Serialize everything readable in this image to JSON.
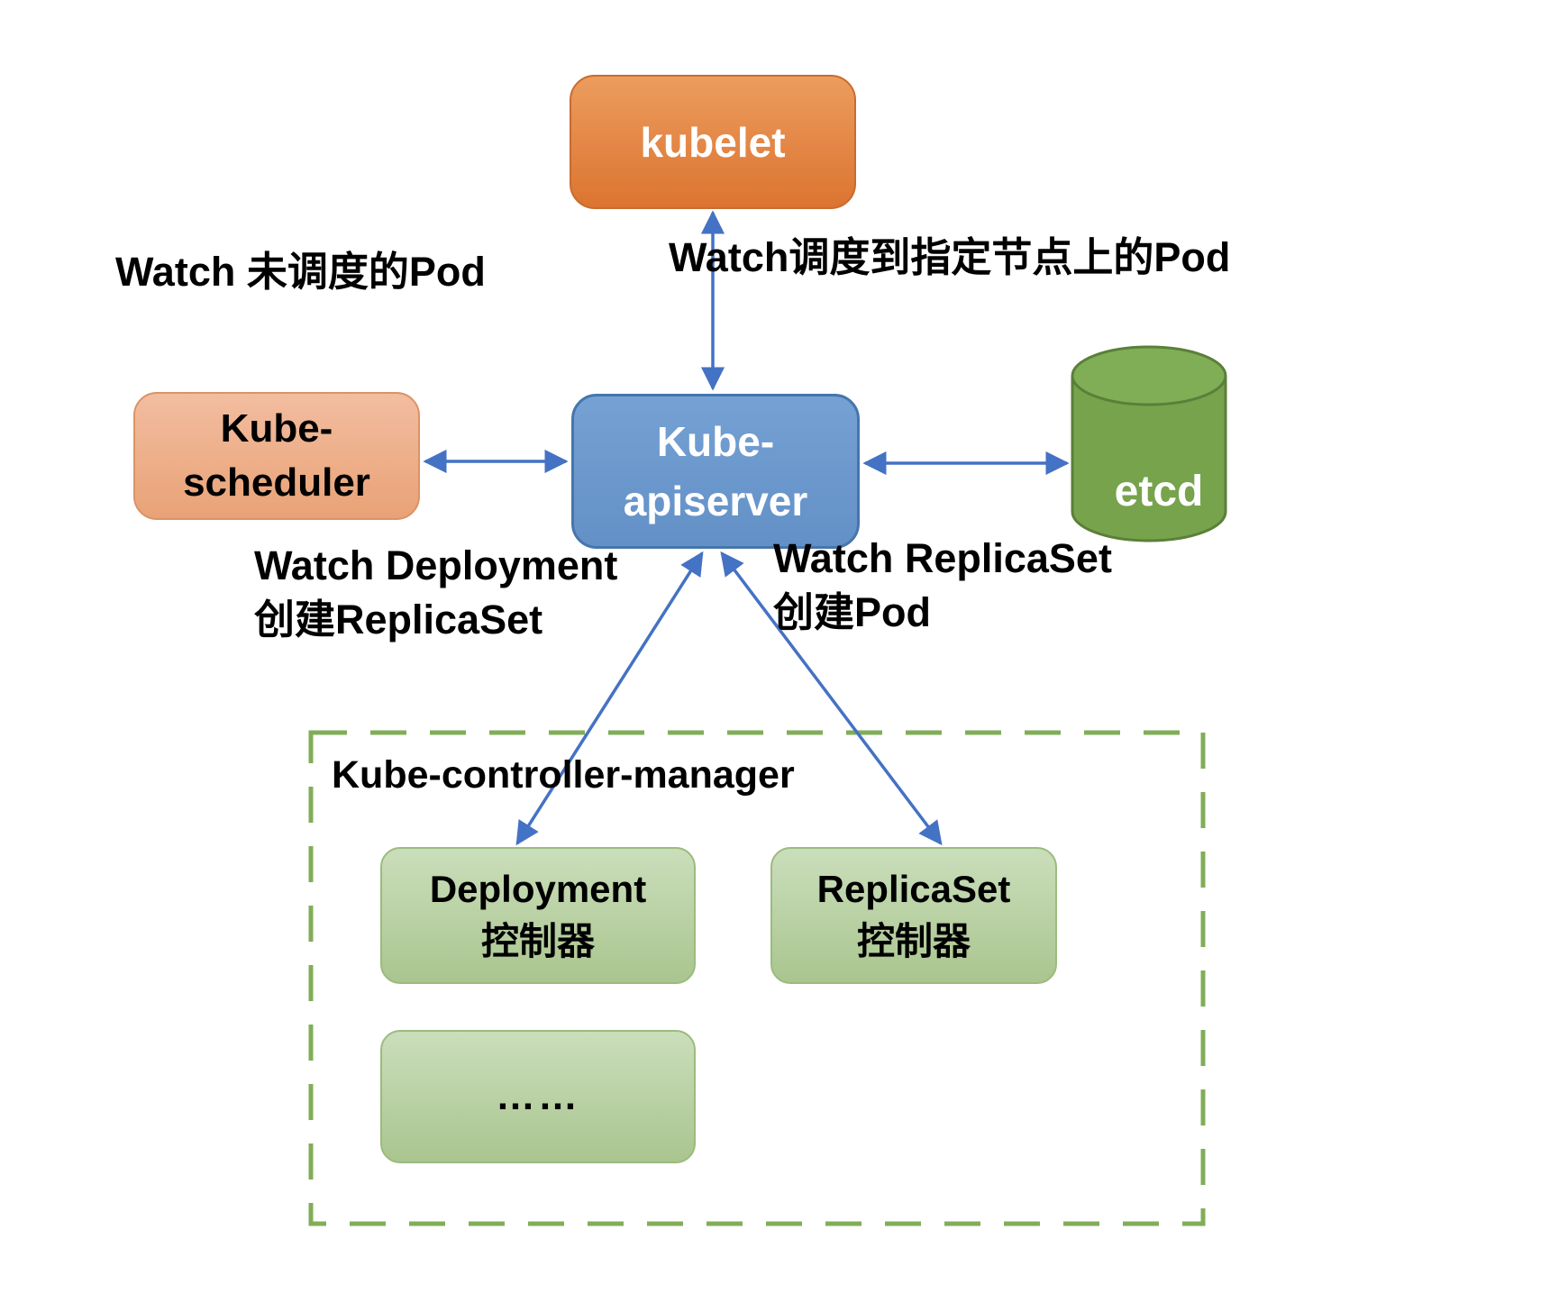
{
  "nodes": {
    "kubelet": {
      "label": "kubelet"
    },
    "kube_scheduler": {
      "line1": "Kube-",
      "line2": "scheduler"
    },
    "kube_apiserver": {
      "line1": "Kube-",
      "line2": "apiserver"
    },
    "etcd": {
      "label": "etcd"
    },
    "kube_controller_manager": {
      "label": "Kube-controller-manager"
    },
    "deployment_controller": {
      "line1": "Deployment",
      "line2": "控制器"
    },
    "replicaset_controller": {
      "line1": "ReplicaSet",
      "line2": "控制器"
    },
    "more_controllers": {
      "label": "……"
    }
  },
  "labels": {
    "watch_unscheduled_pod": "Watch 未调度的Pod",
    "watch_scheduled_pod": "Watch调度到指定节点上的Pod",
    "watch_deployment": {
      "line1": "Watch Deployment",
      "line2": "创建ReplicaSet"
    },
    "watch_replicaset": {
      "line1": "Watch ReplicaSet",
      "line2": "创建Pod"
    }
  },
  "colors": {
    "arrow_blue": "#4472c4",
    "kubelet_orange": "#dc7430",
    "scheduler_salmon": "#e9a276",
    "apiserver_blue": "#6390c6",
    "etcd_green": "#76a34c",
    "controller_light_green": "#b8d0a1",
    "dashed_border_green": "#82ad58",
    "label_text": "#000000"
  }
}
